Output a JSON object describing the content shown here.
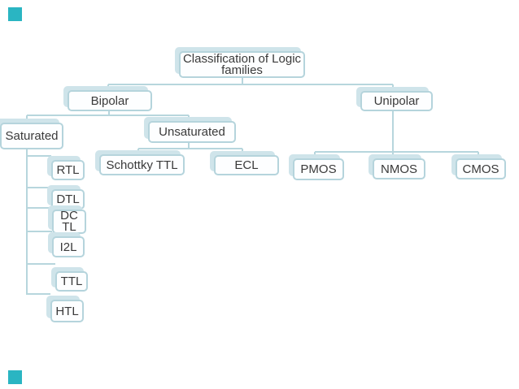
{
  "diagram": {
    "type": "tree",
    "title": "Classification of Logic families",
    "root": {
      "label": "Classification of Logic families",
      "children": [
        {
          "label": "Bipolar",
          "children": [
            {
              "label": "Saturated",
              "children": [
                {
                  "label": "RTL"
                },
                {
                  "label": "DTL"
                },
                {
                  "label": "DC TL"
                },
                {
                  "label": "I2L"
                },
                {
                  "label": "TTL"
                },
                {
                  "label": "HTL"
                }
              ]
            },
            {
              "label": "Unsaturated",
              "children": [
                {
                  "label": "Schottky TTL"
                },
                {
                  "label": "ECL"
                }
              ]
            }
          ]
        },
        {
          "label": "Unipolar",
          "children": [
            {
              "label": "PMOS"
            },
            {
              "label": "NMOS"
            },
            {
              "label": "CMOS"
            }
          ]
        }
      ]
    }
  },
  "labels": {
    "classification_line1": "Classification of Logic",
    "classification_line2": "families",
    "bipolar": "Bipolar",
    "unipolar": "Unipolar",
    "saturated": "Saturated",
    "unsaturated": "Unsaturated",
    "schottky_ttl": "Schottky TTL",
    "ecl": "ECL",
    "pmos": "PMOS",
    "nmos": "NMOS",
    "cmos": "CMOS",
    "rtl": "RTL",
    "dtl": "DTL",
    "dctl_line1": "DC",
    "dctl_line2": "TL",
    "i2l": "I2L",
    "ttl": "TTL",
    "htl": "HTL"
  },
  "colors": {
    "background": "#ffffff",
    "box_fill": "#fdfeff",
    "box_border": "#b5d4dc",
    "box_shadow": "#cfe4ea",
    "connector": "#b7d6dd",
    "text": "#3a3a3a",
    "accent_square": "#2ab5c2"
  }
}
